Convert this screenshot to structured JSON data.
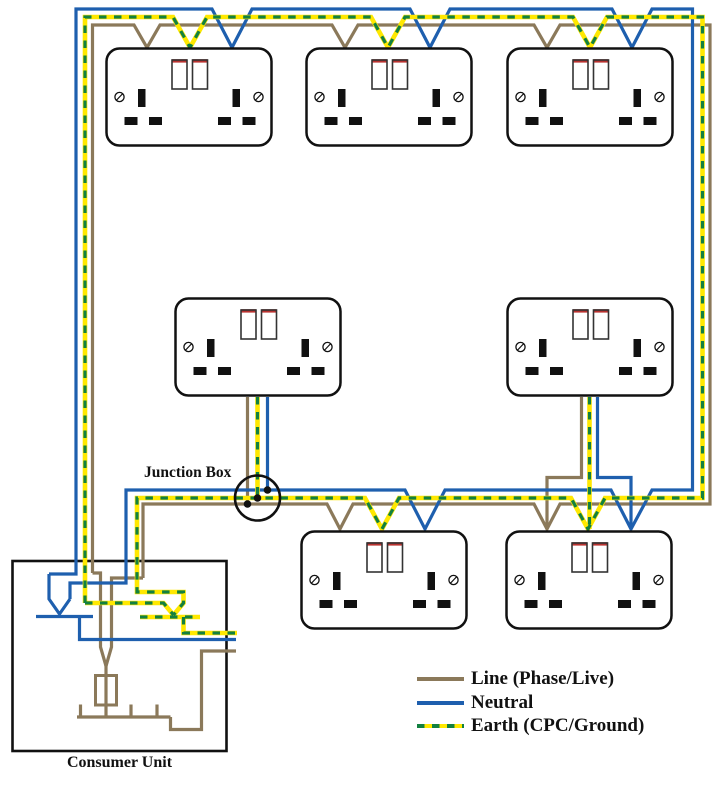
{
  "palette": {
    "line": "#8b795a",
    "neutral": "#1e5fae",
    "earth_yellow": "#ffe800",
    "earth_green": "#128040",
    "switch_red": "#b93230",
    "ink": "#111111"
  },
  "labels": {
    "junction_box": "Junction Box",
    "consumer_unit": "Consumer Unit"
  },
  "legend": {
    "items": [
      {
        "label": "Line (Phase/Live)",
        "key": "line"
      },
      {
        "label": "Neutral",
        "key": "neutral"
      },
      {
        "label": "Earth (CPC/Ground)",
        "key": "earth"
      }
    ]
  },
  "components": {
    "double_socket_count": 7,
    "junction_box_count": 1,
    "consumer_unit_count": 1
  }
}
